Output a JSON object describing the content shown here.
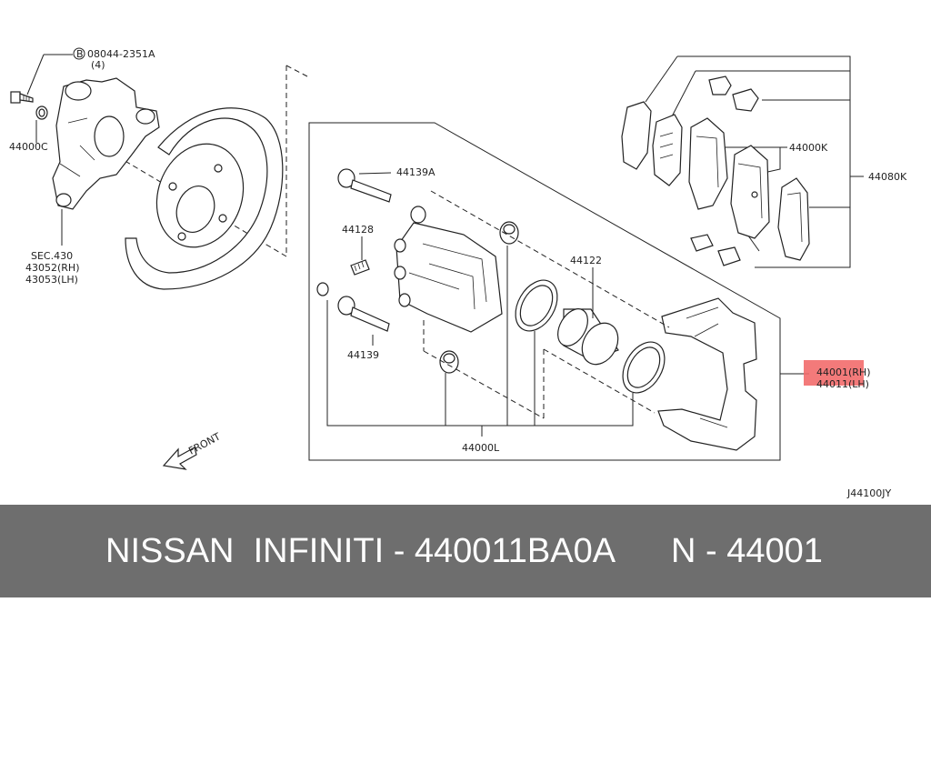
{
  "labels": {
    "bolt_code": "08044-2351A",
    "bolt_qty": "(4)",
    "bolt_prefix": "B",
    "washer": "44000C",
    "sec_ref": "SEC.430",
    "knuckle_rh": "43052(RH)",
    "knuckle_lh": "43053(LH)",
    "pin_bolt_a": "44139A",
    "bleeder": "44128",
    "pin_bolt": "44139",
    "piston": "44122",
    "pad_kit": "44000K",
    "pad_set": "44080K",
    "caliper_rh": "44001(RH)",
    "caliper_lh": "44011(LH)",
    "caliper_kit": "44000L",
    "front": "FRONT",
    "diagram_code": "J44100JY"
  },
  "highlight_color": "#f26b6b",
  "footer": {
    "brand_line": "NISSAN  INFINITI - 440011BA0A",
    "part_ref": "N - 44001"
  },
  "colors": {
    "footer_bg": "#6e6e6e",
    "footer_text": "#ffffff",
    "line": "#222222"
  }
}
